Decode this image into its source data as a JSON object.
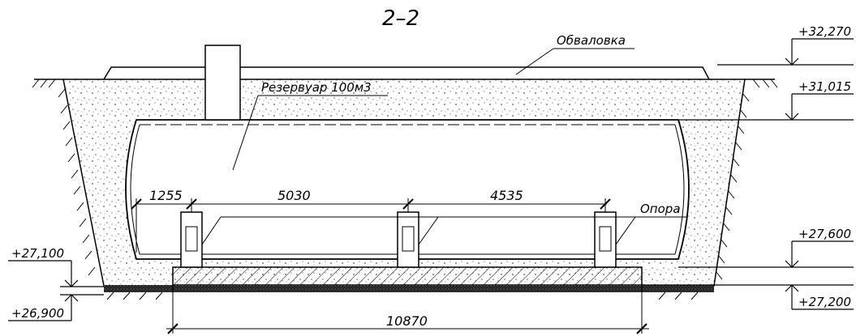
{
  "drawing": {
    "section_title": "2–2",
    "labels": {
      "embankment": "Обваловка",
      "tank": "Резервуар 100м3",
      "support": "Опора"
    },
    "elevations": {
      "top_embankment": "+32,270",
      "tank_top": "+31,015",
      "tank_bottom": "+27,600",
      "slab_bottom": "+27,200",
      "pit_bottom_left": "+27,100",
      "base_bottom_left": "+26,900"
    },
    "dimensions": {
      "left_offset": "1255",
      "span_1": "5030",
      "span_2": "4535",
      "slab_length": "10870"
    },
    "colors": {
      "line": "#000000",
      "hatch": "#000000",
      "background": "#ffffff"
    }
  }
}
